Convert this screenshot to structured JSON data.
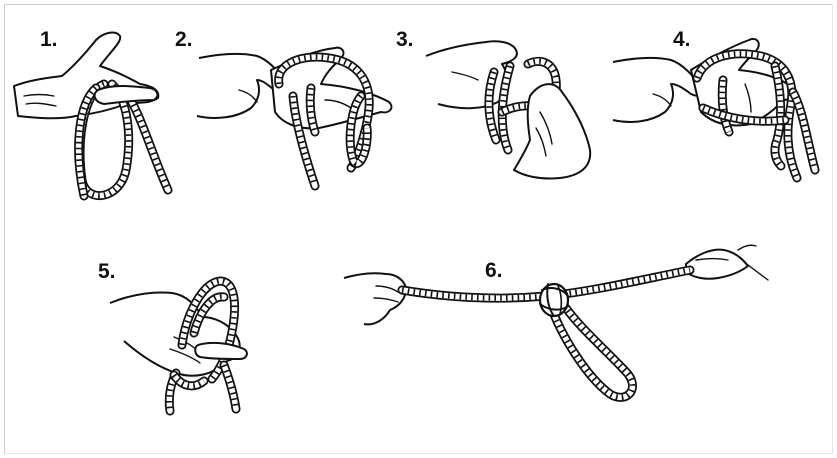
{
  "steps": [
    {
      "number": "1.",
      "description": ""
    },
    {
      "number": "2.",
      "description": ""
    },
    {
      "number": "3.",
      "description": ""
    },
    {
      "number": "4.",
      "description": ""
    },
    {
      "number": "5.",
      "description": ""
    },
    {
      "number": "6.",
      "description": ""
    }
  ],
  "colors": {
    "ink": "#111111",
    "background": "#ffffff"
  }
}
